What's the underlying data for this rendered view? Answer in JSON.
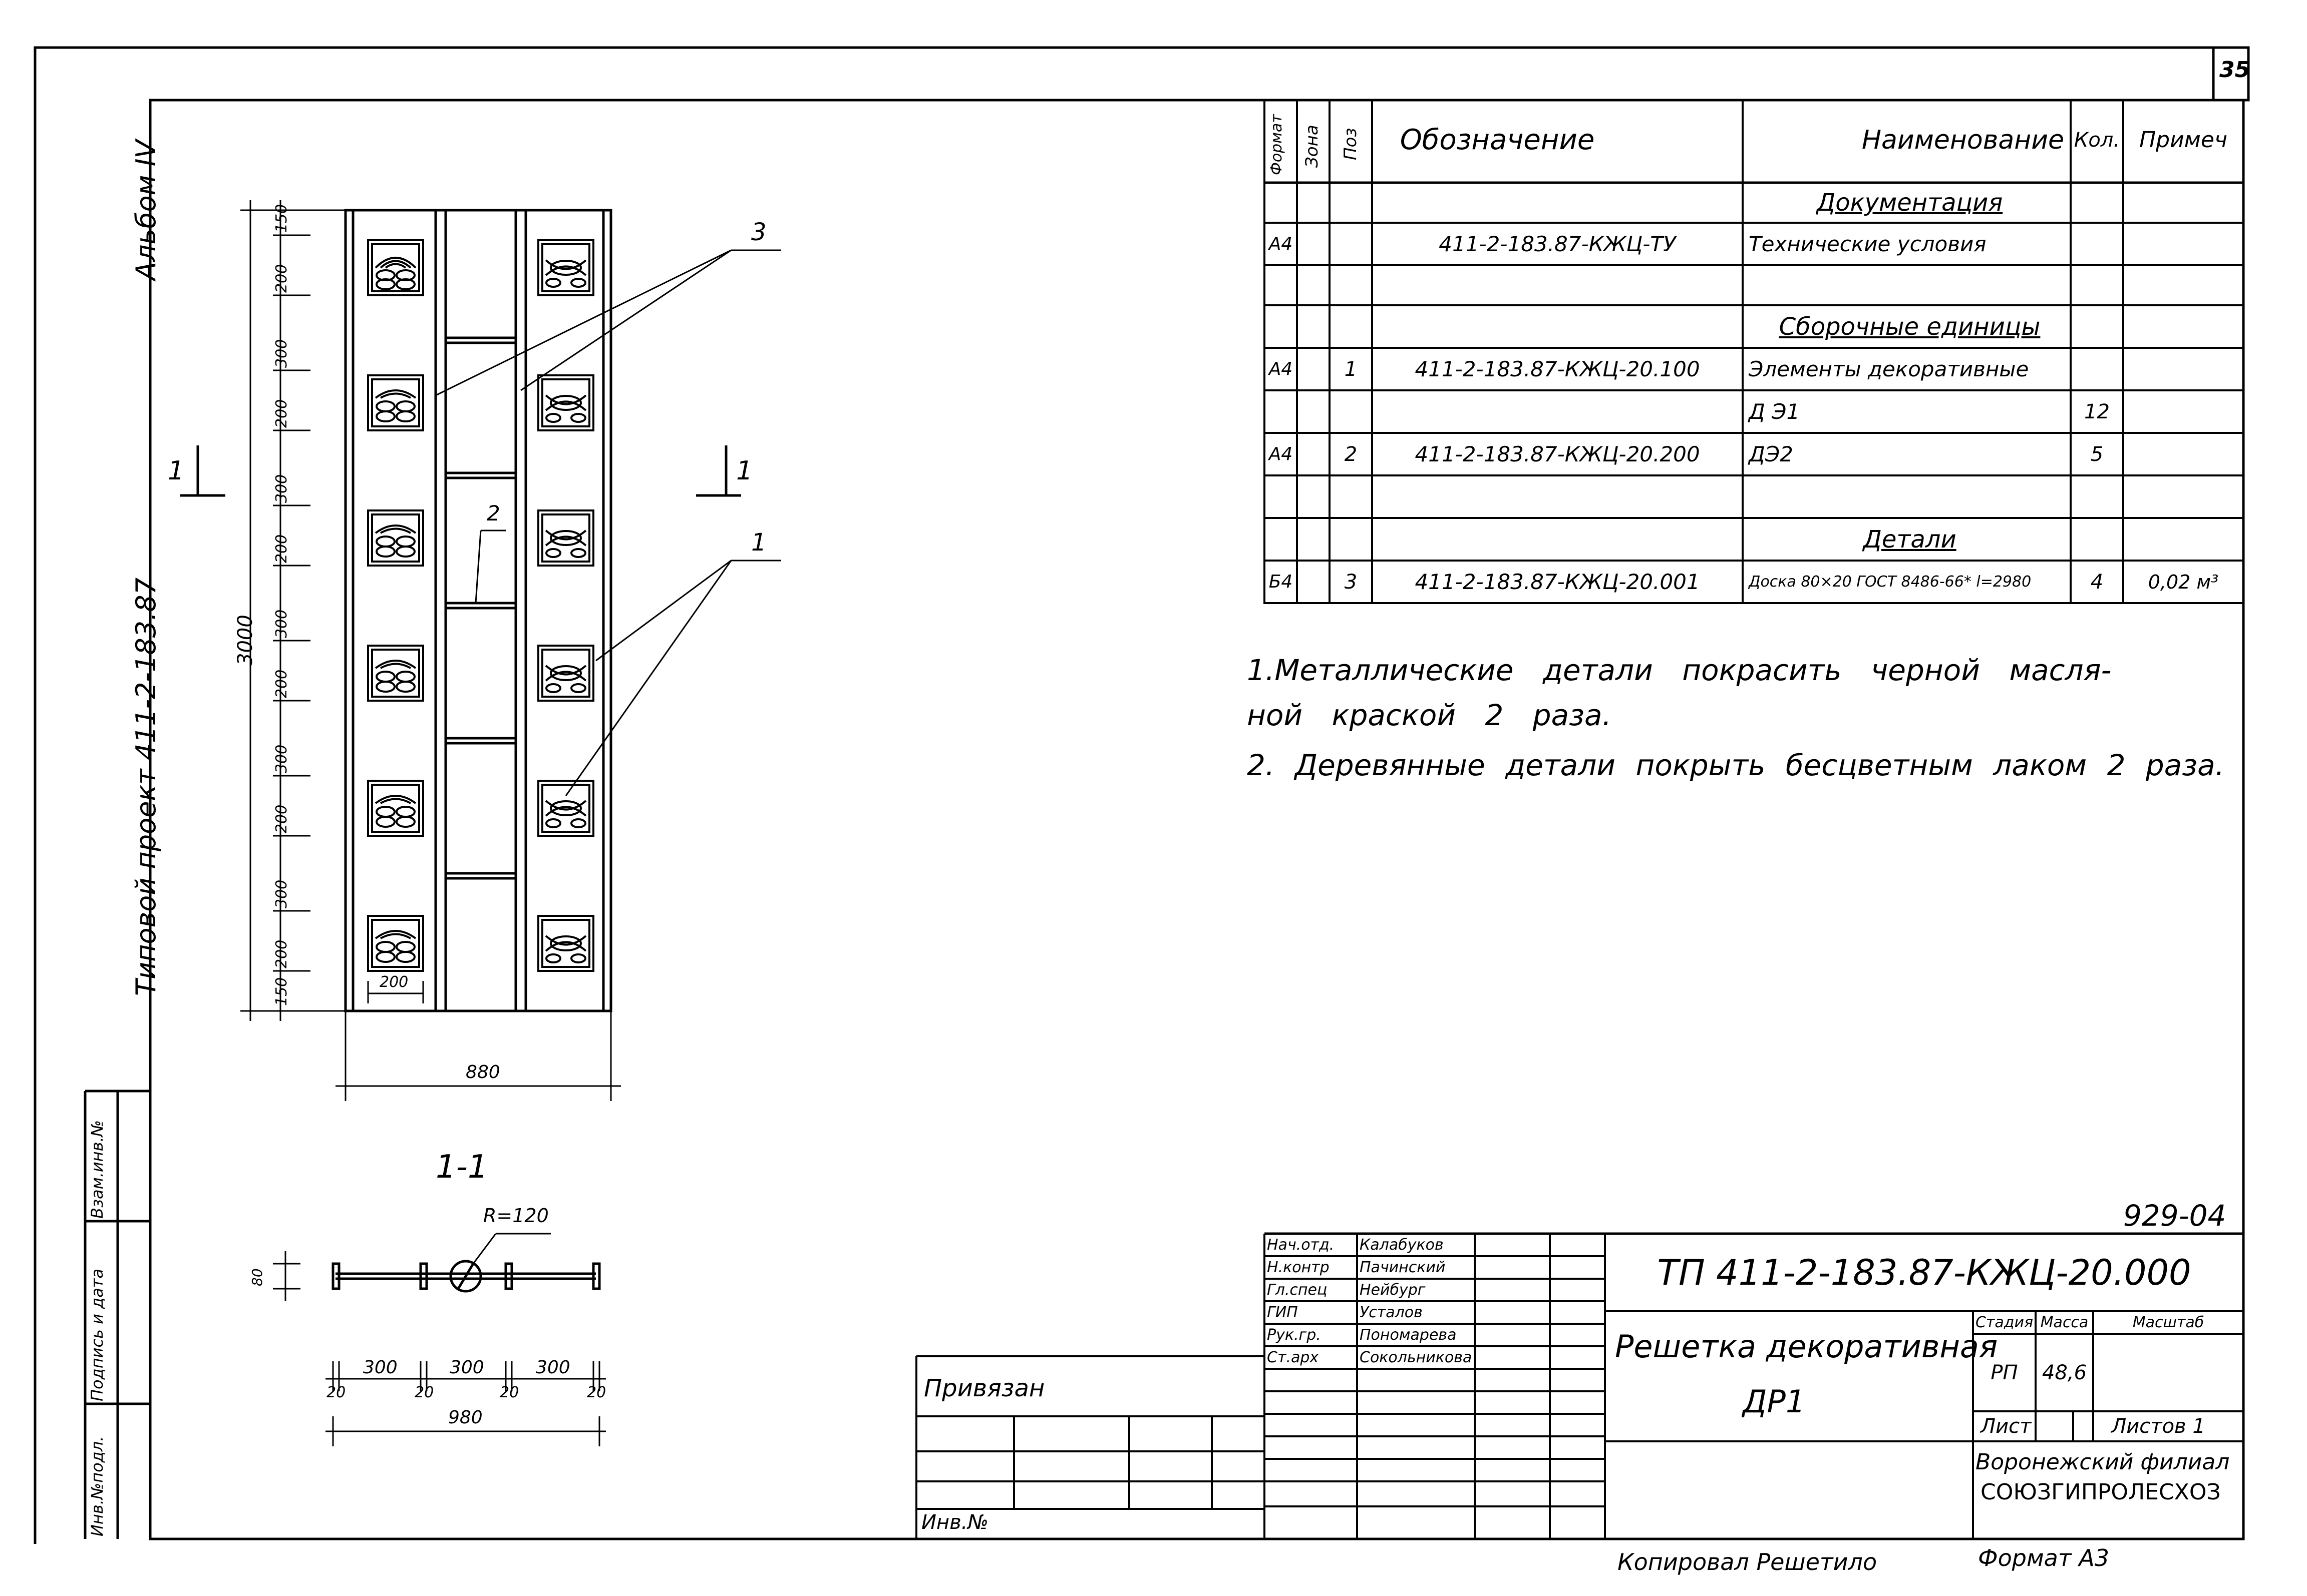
{
  "sheet_number": "35",
  "album_label": "Альбом IV",
  "project_label": "Типовой проект 411-2-183.87",
  "left_stamp": {
    "inv_podl": "Инв.№подл.",
    "podpis_data": "Подпись и дата",
    "vzam_inv": "Взам.инв.№"
  },
  "drawing": {
    "callout_1": "1",
    "callout_2": "2",
    "callout_3": "3",
    "section_mark_left": "1",
    "section_mark_right": "1",
    "total_height": "3000",
    "width_880": "880",
    "cell_width_200": "200",
    "vertical_dims": [
      "150",
      "200",
      "300",
      "200",
      "300",
      "200",
      "300",
      "200",
      "300",
      "200",
      "300",
      "200",
      "150"
    ],
    "section_title": "1-1",
    "radius": "R=120",
    "bar_height": "80",
    "section_dims_top": [
      "300",
      "300",
      "300"
    ],
    "section_dims_small": [
      "20",
      "20",
      "20",
      "20"
    ],
    "section_total": "980"
  },
  "spec_table": {
    "headers": {
      "format": "Формат",
      "zone": "Зона",
      "pos": "Поз",
      "designation": "Обозначение",
      "name": "Наименование",
      "qty": "Кол.",
      "note": "Примеч"
    },
    "rows": [
      {
        "format": "",
        "pos": "",
        "designation": "",
        "name": "Документация",
        "qty": "",
        "note": ""
      },
      {
        "format": "А4",
        "pos": "",
        "designation": "411-2-183.87-КЖЦ-ТУ",
        "name": "Технические условия",
        "qty": "",
        "note": ""
      },
      {
        "format": "",
        "pos": "",
        "designation": "",
        "name": "",
        "qty": "",
        "note": ""
      },
      {
        "format": "",
        "pos": "",
        "designation": "",
        "name": "Сборочные единицы",
        "qty": "",
        "note": ""
      },
      {
        "format": "А4",
        "pos": "1",
        "designation": "411-2-183.87-КЖЦ-20.100",
        "name": "Элементы декоративные",
        "qty": "",
        "note": ""
      },
      {
        "format": "",
        "pos": "",
        "designation": "",
        "name": "Д Э1",
        "qty": "12",
        "note": ""
      },
      {
        "format": "А4",
        "pos": "2",
        "designation": "411-2-183.87-КЖЦ-20.200",
        "name": "ДЭ2",
        "qty": "5",
        "note": ""
      },
      {
        "format": "",
        "pos": "",
        "designation": "",
        "name": "",
        "qty": "",
        "note": ""
      },
      {
        "format": "",
        "pos": "",
        "designation": "",
        "name": "Детали",
        "qty": "",
        "note": ""
      },
      {
        "format": "Б4",
        "pos": "3",
        "designation": "411-2-183.87-КЖЦ-20.001",
        "name": "Доска 80×20 ГОСТ 8486-66* l=2980",
        "qty": "4",
        "note": "0,02 м³"
      }
    ]
  },
  "notes": [
    "1.Металлические детали покрасить черной масля-",
    "ной краской 2 раза.",
    "2. Деревянные детали покрыть бесцветным лаком 2 раза."
  ],
  "title_block": {
    "code_top": "929-04",
    "designation": "ТП 411-2-183.87-КЖЦ-20.000",
    "title_line1": "Решетка декоративная",
    "title_line2": "ДР1",
    "stage_label": "Стадия",
    "mass_label": "Масса",
    "scale_label": "Масштаб",
    "stage": "РП",
    "mass": "48,6",
    "sheet_label": "Лист",
    "sheets_label": "Листов 1",
    "org_line1": "Воронежский филиал",
    "org_line2": "СОЮЗГИПРОЛЕСХОЗ",
    "people": [
      {
        "role": "Нач.отд.",
        "name": "Калабуков"
      },
      {
        "role": "Н.контр",
        "name": "Пачинский"
      },
      {
        "role": "Гл.спец",
        "name": "Нейбург"
      },
      {
        "role": "ГИП",
        "name": "Усталов"
      },
      {
        "role": "Рук.гр.",
        "name": "Пономарева"
      },
      {
        "role": "Ст.арх",
        "name": "Сокольникова"
      }
    ],
    "privyazan": "Привязан",
    "inv_no": "Инв.№",
    "copied": "Копировал Решетило",
    "format": "Формат А3"
  }
}
